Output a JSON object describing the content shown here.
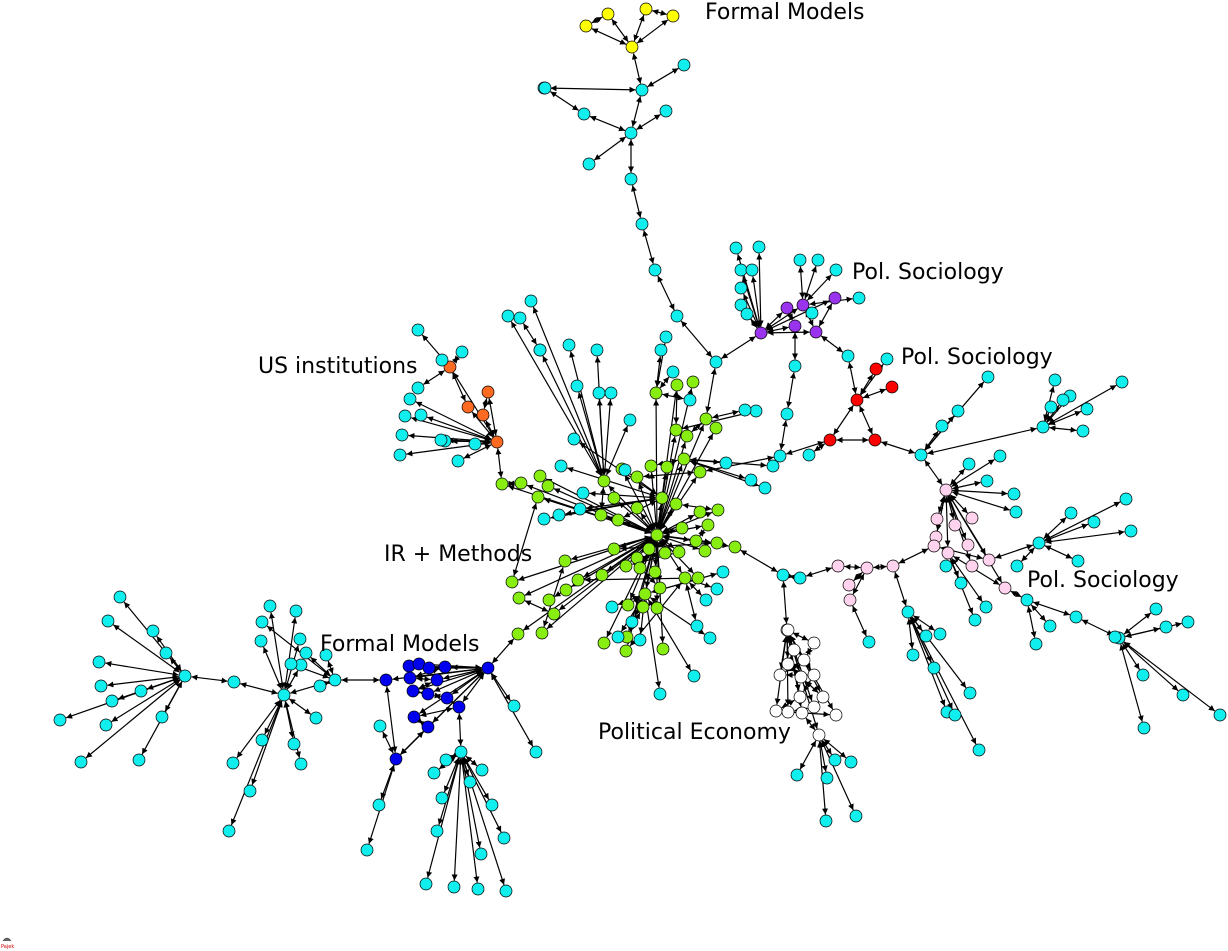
{
  "clusters": {
    "formal_models_top": {
      "label": "Formal Models",
      "color": "#ffff00"
    },
    "pol_sociology_purple": {
      "label": "Pol. Sociology",
      "color": "#9933ee"
    },
    "pol_sociology_red": {
      "label": "Pol. Sociology",
      "color": "#ff0000"
    },
    "us_institutions": {
      "label": "US institutions",
      "color": "#ff6a22"
    },
    "ir_methods": {
      "label": "IR + Methods",
      "color": "#88ee11"
    },
    "pol_sociology_pink": {
      "label": "Pol. Sociology",
      "color": "#ffd2ee"
    },
    "formal_models_blue": {
      "label": "Formal Models",
      "color": "#0000ee"
    },
    "political_economy": {
      "label": "Political Economy",
      "color": "#ffffff"
    },
    "other": {
      "color": "#11eeee"
    }
  },
  "watermark": "Pajek"
}
